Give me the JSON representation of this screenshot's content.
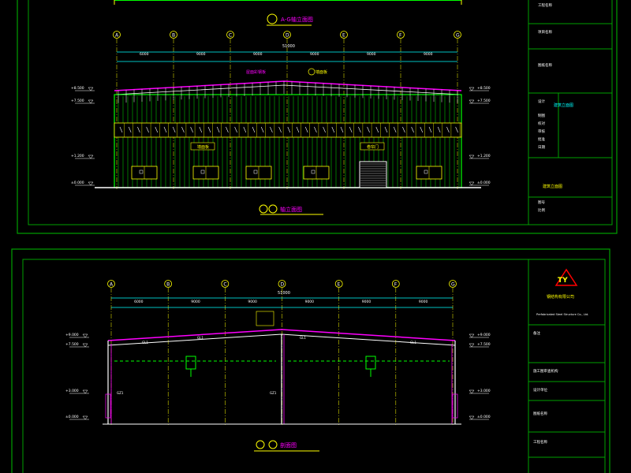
{
  "drawing_top": {
    "elevation_axis_title": "A-G轴立面图",
    "section_title": "轴立面图",
    "axes": [
      "A",
      "B",
      "C",
      "D",
      "E",
      "F",
      "G"
    ],
    "spans": [
      "6000",
      "9000",
      "9000",
      "9000",
      "9000",
      "9000"
    ],
    "total": "51000",
    "roof_note": "屋面彩钢板",
    "wall_note": "墙面板",
    "door_note": "卷帘门",
    "levels_left": [
      "+8.500",
      "+7.500",
      "+1.200",
      "±0.000"
    ],
    "levels_right": [
      "+8.500",
      "+7.500",
      "+1.200",
      "±0.000"
    ]
  },
  "drawing_bottom": {
    "axes": [
      "A",
      "B",
      "C",
      "D",
      "E",
      "F",
      "G"
    ],
    "spans": [
      "6000",
      "9000",
      "9000",
      "9000",
      "9000",
      "9000"
    ],
    "total": "51000",
    "section_title": "剖面图",
    "levels_left": [
      "+9.000",
      "+7.500",
      "+3.000",
      "±0.000"
    ],
    "levels_right": [
      "+9.000",
      "+7.500",
      "+3.000",
      "±0.000"
    ],
    "member_labels": [
      "GL1",
      "GL1",
      "GL1",
      "GL1",
      "GZ1",
      "GZ1"
    ]
  },
  "title_block_top": {
    "rows": [
      "工程名称",
      "项目名称",
      "图纸名称",
      "设计",
      "制图",
      "校对",
      "审核",
      "批准",
      "日期",
      "图号",
      "比例"
    ],
    "drawing_name": "建筑立面图"
  },
  "title_block_bottom": {
    "company": "钢结构有限公司",
    "company_en": "Prefabricated Steel Structure Co., Ltd.",
    "rows": [
      "备注",
      "施工图审查机构",
      "设计单位",
      "图纸名称",
      "工程名称"
    ]
  },
  "colors": {
    "frame": "#00b000",
    "wall": "#00ff00",
    "axis": "#ffff00",
    "dim": "#00ffff",
    "accent": "#ff00ff",
    "text": "#ffffff"
  }
}
